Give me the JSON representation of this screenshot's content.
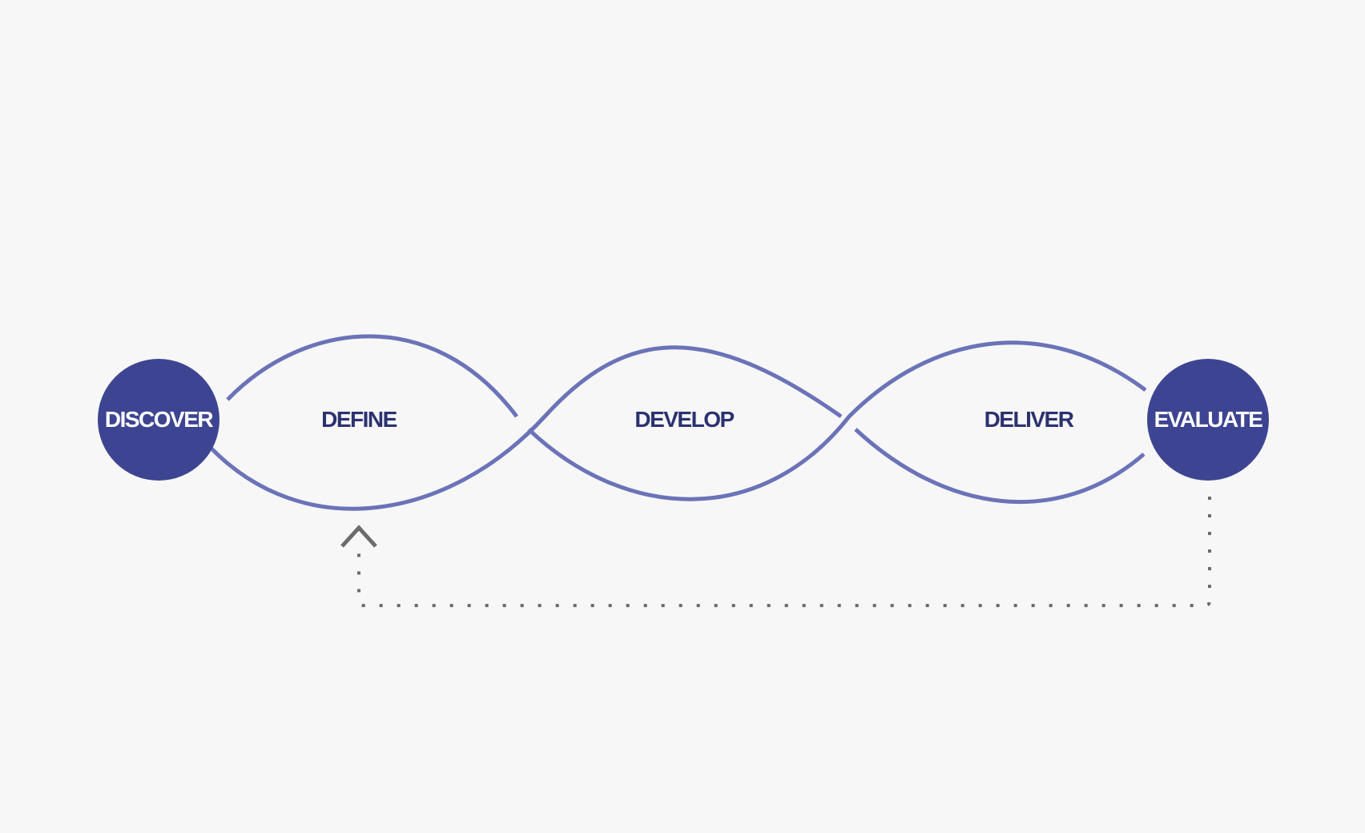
{
  "colors": {
    "background": "#f7f7f7",
    "node_fill": "#3d4592",
    "node_text": "#ffffff",
    "curve_stroke": "#6b73b8",
    "phase_text": "#2b3270",
    "feedback_stroke": "#6b6b6b"
  },
  "nodes": {
    "start": {
      "label": "DISCOVER"
    },
    "end": {
      "label": "EVALUATE"
    }
  },
  "phases": [
    {
      "label": "DEFINE"
    },
    {
      "label": "DEVELOP"
    },
    {
      "label": "DELIVER"
    }
  ],
  "feedback_loop": {
    "style": "dotted",
    "from": "EVALUATE",
    "to": "DEFINE",
    "arrowhead": "chevron-up"
  }
}
